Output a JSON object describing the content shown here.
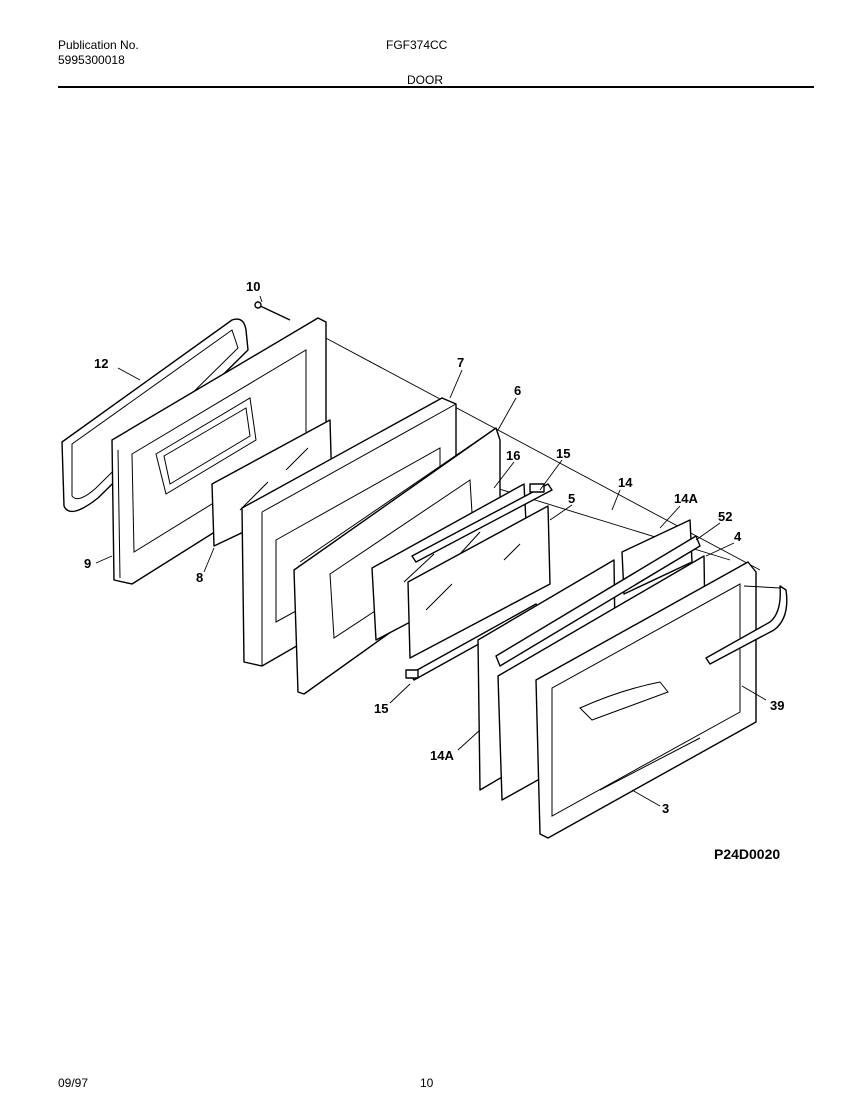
{
  "header": {
    "publication_label": "Publication No.",
    "publication_number": "5995300018",
    "model": "FGF374CC",
    "section": "DOOR"
  },
  "diagram": {
    "code": "P24D0020",
    "callouts": [
      "10",
      "12",
      "9",
      "8",
      "7",
      "6",
      "16",
      "15",
      "15",
      "14",
      "14A",
      "52",
      "4",
      "5",
      "39",
      "3",
      "14A"
    ]
  },
  "footer": {
    "date": "09/97",
    "page": "10"
  }
}
